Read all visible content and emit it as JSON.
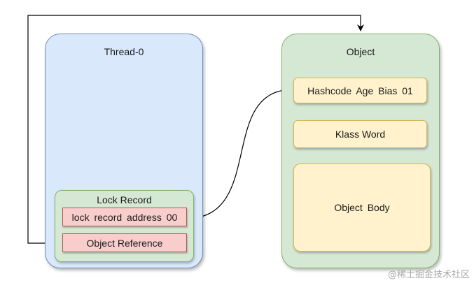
{
  "thread": {
    "title": "Thread-0",
    "lock_record": {
      "title": "Lock Record",
      "address_label": "lock record address 00",
      "object_reference_label": "Object Reference"
    }
  },
  "object": {
    "title": "Object",
    "mark_word_label": "Hashcode Age Bias 01",
    "klass_word_label": "Klass Word",
    "body_label": "Object Body"
  },
  "watermark": "@稀土掘金技术社区",
  "colors": {
    "thread_fill": "#dae8fc",
    "thread_stroke": "#6c8ebf",
    "object_fill": "#d5e8d4",
    "object_stroke": "#82b366",
    "record_fill": "#f8cecc",
    "record_stroke": "#b85450",
    "field_fill": "#fff2cc",
    "field_stroke": "#d6b656",
    "connector": "#000000"
  }
}
